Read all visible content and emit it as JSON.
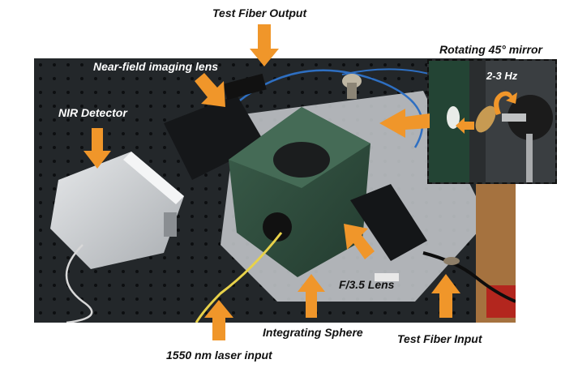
{
  "labels": {
    "test_fiber_output": "Test Fiber Output",
    "near_field_lens": "Near-field imaging lens",
    "rotating_mirror": "Rotating 45° mirror",
    "frequency": "2-3 Hz",
    "nir_detector": "NIR Detector",
    "f_lens": "F/3.5 Lens",
    "integrating_sphere": "Integrating Sphere",
    "test_fiber_input": "Test Fiber Input",
    "laser_input": "1550 nm laser input"
  },
  "colors": {
    "arrow": "#F0962A",
    "sphere_green": "#2F4E3E",
    "detector_silver": "#D4D6D8",
    "table_black": "#1F2326",
    "fiber_blue": "#2E6FC2",
    "fiber_yellow": "#E8D24A"
  }
}
